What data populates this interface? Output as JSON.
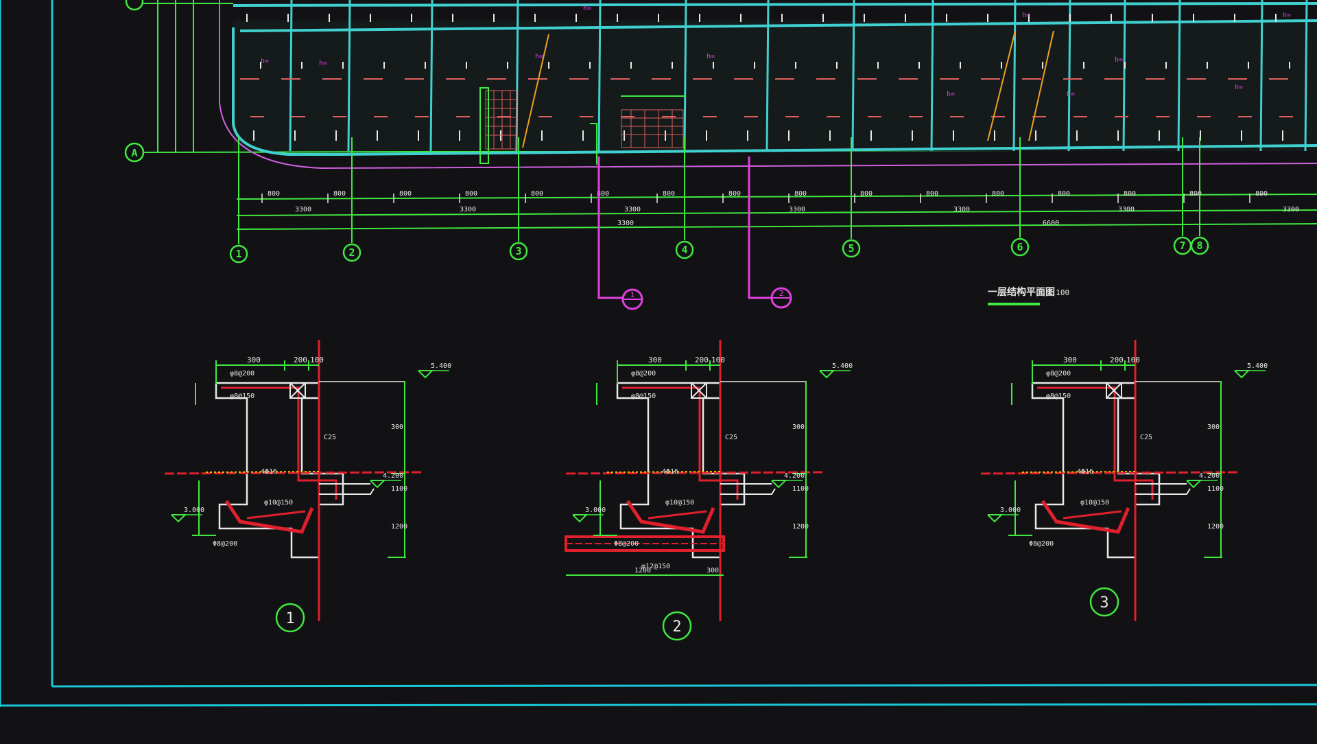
{
  "plan": {
    "axes_horizontal": [
      "1",
      "2",
      "3",
      "4",
      "5",
      "6",
      "7",
      "8"
    ],
    "axes_vertical": [
      "A"
    ],
    "section_markers": [
      "1",
      "2"
    ],
    "title": "一层结构平面图",
    "scale": "1:100",
    "dims_row1": [
      "800",
      "800",
      "800",
      "800",
      "800",
      "800",
      "800",
      "800",
      "800",
      "800",
      "800",
      "800",
      "800",
      "800",
      "800",
      "800"
    ],
    "dims_row2": [
      "3300",
      "3300",
      "3300",
      "3300",
      "3300",
      "3300",
      "3300"
    ],
    "dims_row3": [
      "3300",
      "6600"
    ]
  },
  "details": [
    {
      "id": "1",
      "top_dims": [
        "300",
        "200",
        "100"
      ],
      "level_top": "5.400",
      "level_mid": "4.200",
      "level_bot": "3.000",
      "labels": [
        "φ8@200",
        "φ8@150",
        "C25",
        "4Φ16",
        "φ10@150",
        "Φ8@200"
      ],
      "side_dims": [
        "300",
        "1100",
        "1200"
      ]
    },
    {
      "id": "2",
      "top_dims": [
        "300",
        "200",
        "100"
      ],
      "level_top": "5.400",
      "level_mid": "4.200",
      "level_bot": "3.000",
      "labels": [
        "φ8@200",
        "φ8@150",
        "C25",
        "4Φ16",
        "φ10@150",
        "Φ8@200",
        "φ12@150"
      ],
      "side_dims": [
        "300",
        "1100",
        "1200"
      ],
      "bottom_dims": [
        "1200",
        "300"
      ]
    },
    {
      "id": "3",
      "top_dims": [
        "300",
        "200",
        "100"
      ],
      "level_top": "5.400",
      "level_mid": "4.200",
      "level_bot": "3.000",
      "labels": [
        "φ8@200",
        "φ8@150",
        "C25",
        "4Φ16",
        "φ10@150",
        "Φ8@200"
      ],
      "side_dims": [
        "300",
        "1100",
        "1200"
      ]
    }
  ],
  "colors": {
    "background": "#121214",
    "frame": "#19c8d8",
    "axis": "#41e841",
    "wall": "#3fd0cf",
    "red": "#e0202c",
    "magenta": "#e040e0",
    "white": "#e8e8e8",
    "orange": "#f0a020"
  },
  "icons": [
    "grid-bubble-icon",
    "section-mark-icon",
    "level-mark-icon"
  ]
}
